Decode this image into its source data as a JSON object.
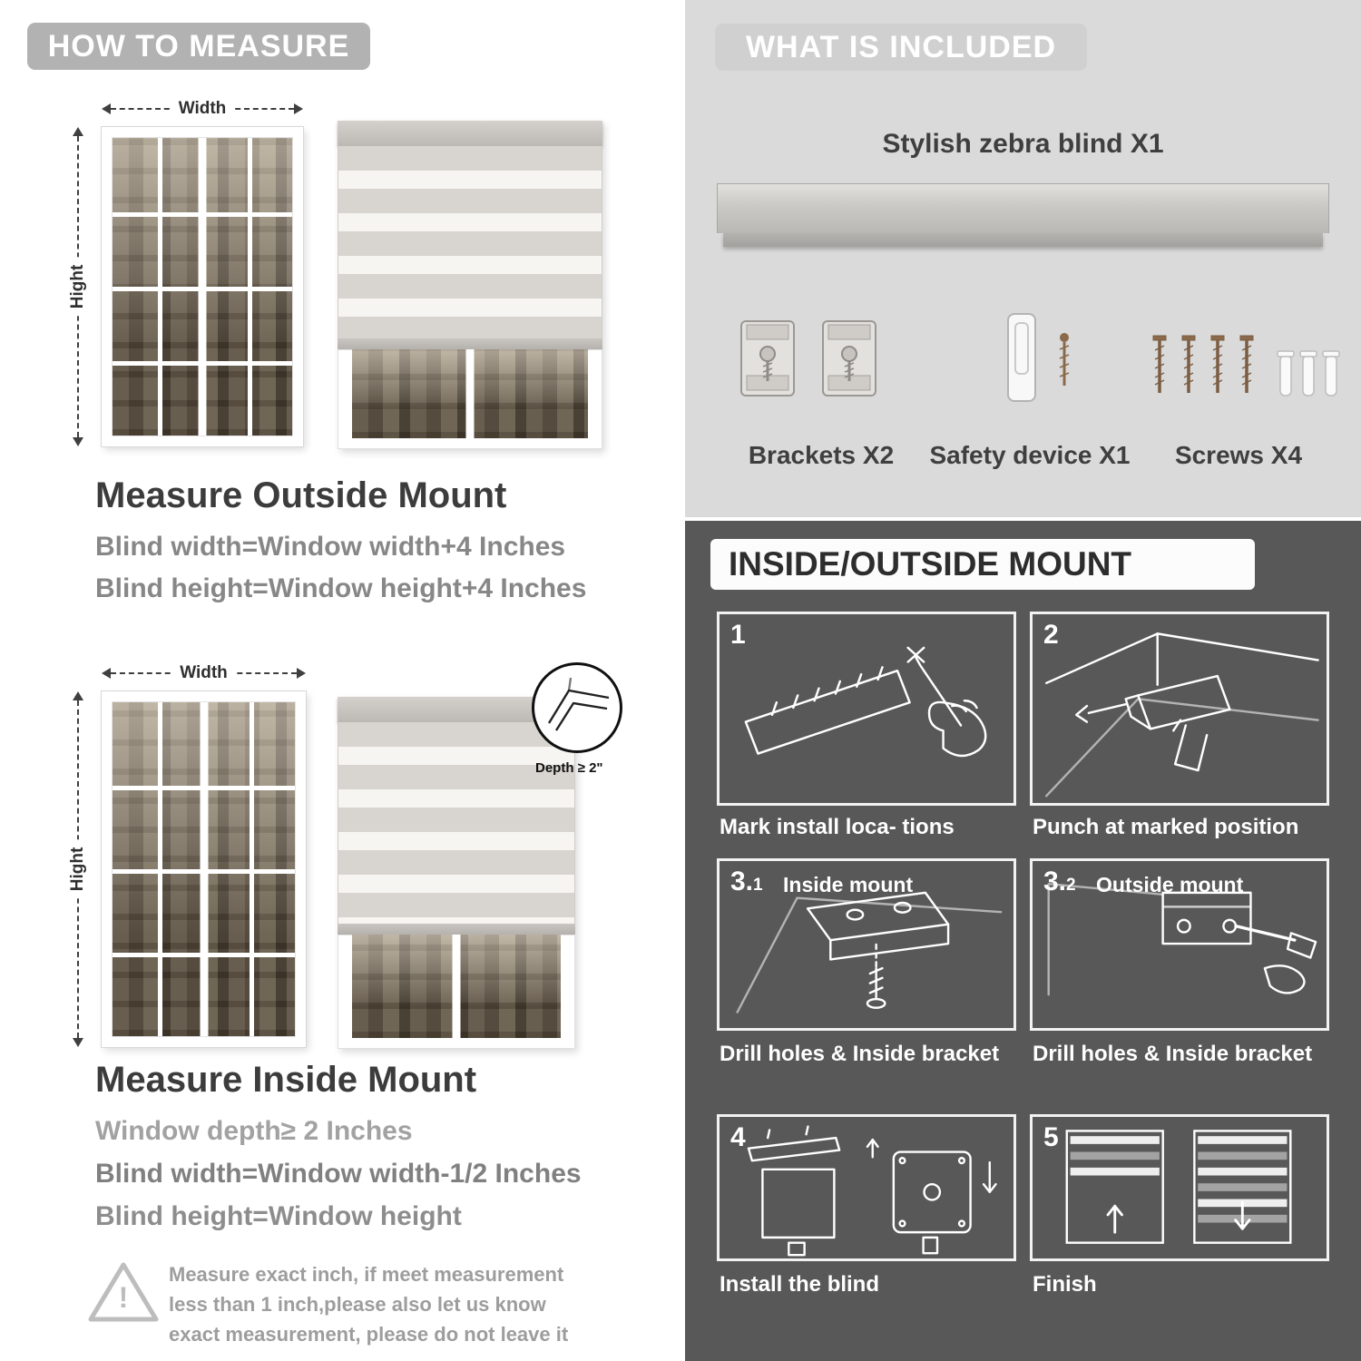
{
  "colors": {
    "banner_gray": "#b2b2b2",
    "panel_light": "#dadada",
    "panel_dark": "#585858",
    "heading_dark": "#3e3e3e",
    "text_gray": "#8d8d8d",
    "white": "#ffffff"
  },
  "measure": {
    "banner": "HOW TO MEASURE",
    "width_label": "Width",
    "height_label": "Hight",
    "outside": {
      "heading": "Measure Outside Mount",
      "line1": "Blind width=Window width+4 Inches",
      "line2": "Blind height=Window height+4 Inches"
    },
    "inside": {
      "depth_callout": "Depth ≥ 2\"",
      "heading": "Measure Inside Mount",
      "line1": "Window depth≥ 2 Inches",
      "line2": "Blind width=Window width-1/2 Inches",
      "line3": "Blind height=Window height"
    },
    "warning": {
      "mark": "!",
      "text": "Measure exact inch, if meet measurement less than 1 inch,please also let us know exact measurement, please do not leave it"
    }
  },
  "included": {
    "banner": "WHAT IS INCLUDED",
    "blind_label": "Stylish zebra blind X1",
    "items": [
      {
        "label": "Brackets X2"
      },
      {
        "label": "Safety device X1"
      },
      {
        "label": "Screws X4"
      }
    ]
  },
  "mount": {
    "banner": "INSIDE/OUTSIDE MOUNT",
    "steps": [
      {
        "num": "1",
        "num_small": "",
        "inner_label": "",
        "caption": "Mark install loca- tions"
      },
      {
        "num": "2",
        "num_small": "",
        "inner_label": "",
        "caption": "Punch at  marked position"
      },
      {
        "num": "3.",
        "num_small": "1",
        "inner_label": "Inside mount",
        "caption": "Drill holes &  Inside bracket"
      },
      {
        "num": "3.",
        "num_small": "2",
        "inner_label": "Outside mount",
        "caption": "Drill holes &  Inside bracket"
      },
      {
        "num": "4",
        "num_small": "",
        "inner_label": "",
        "caption": "Install the blind"
      },
      {
        "num": "5",
        "num_small": "",
        "inner_label": "",
        "caption": "Finish"
      }
    ]
  }
}
